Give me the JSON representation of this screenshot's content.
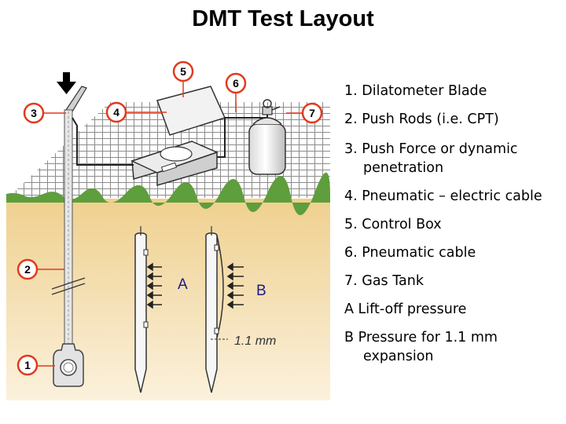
{
  "title": "DMT Test Layout",
  "callouts": {
    "c1": "1",
    "c2": "2",
    "c3": "3",
    "c4": "4",
    "c5": "5",
    "c6": "6",
    "c7": "7"
  },
  "diagram_labels": {
    "a": "A",
    "b": "B",
    "expansion": "1.1 mm"
  },
  "colors": {
    "callout_ring": "#e03a1e",
    "ground_fill": "#f3d9a4",
    "grass": "#5a9a3a",
    "pavement_grid": "#9a9a9a"
  },
  "legend": [
    {
      "line1": "1. Dilatometer Blade",
      "line2": ""
    },
    {
      "line1": "2. Push Rods (i.e. CPT)",
      "line2": ""
    },
    {
      "line1": "3. Push Force or dynamic",
      "line2": "penetration"
    },
    {
      "line1": "4. Pneumatic – electric cable",
      "line2": ""
    },
    {
      "line1": "5. Control Box",
      "line2": ""
    },
    {
      "line1": "6. Pneumatic cable",
      "line2": ""
    },
    {
      "line1": "7. Gas Tank",
      "line2": ""
    },
    {
      "line1": "A Lift-off pressure",
      "line2": ""
    },
    {
      "line1": "B Pressure for 1.1 mm",
      "line2": "expansion"
    }
  ]
}
